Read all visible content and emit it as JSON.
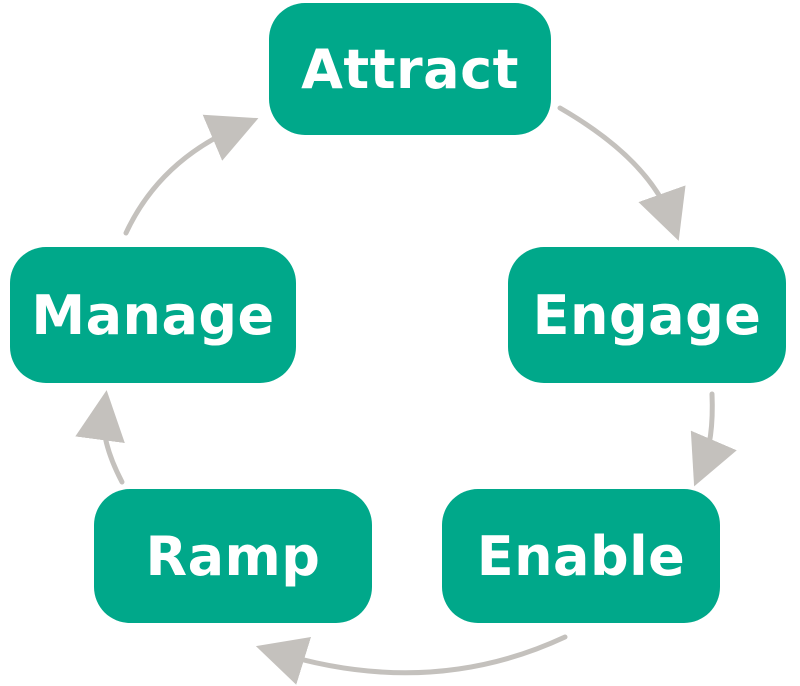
{
  "colors": {
    "node_fill": "#00a88a",
    "node_text": "#ffffff",
    "arrow": "#c4c1bd"
  },
  "nodes": {
    "attract": "Attract",
    "engage": "Engage",
    "enable": "Enable",
    "ramp": "Ramp",
    "manage": "Manage"
  }
}
